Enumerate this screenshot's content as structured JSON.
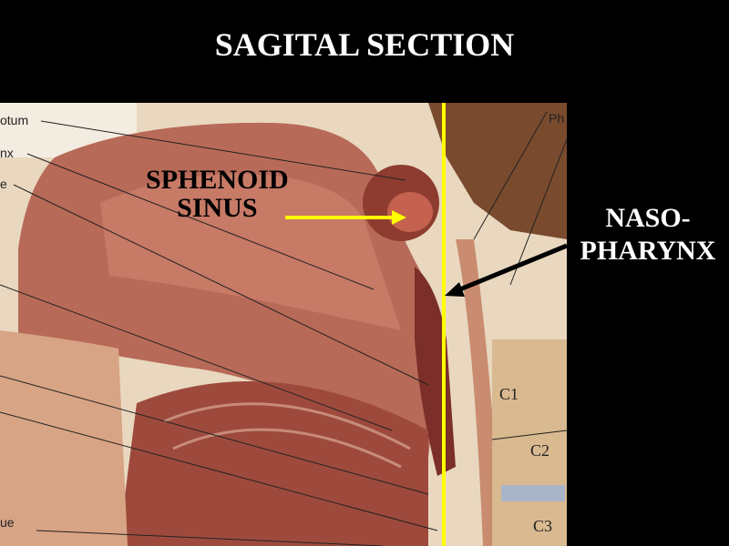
{
  "slide": {
    "title": "SAGITAL SECTION",
    "labels": {
      "sphenoid_line1": "SPHENOID",
      "sphenoid_line2": "SINUS",
      "naso_line1": "NASO-",
      "naso_line2": "PHARYNX"
    },
    "figure_labels": {
      "left": [
        "otum",
        "nx",
        "e",
        "ue"
      ],
      "right_top": "Ph",
      "vertebrae": [
        "C1",
        "C2",
        "C3"
      ]
    },
    "colors": {
      "background": "#000000",
      "title": "#ffffff",
      "guide_line": "#ffff00",
      "tissue": "#a85a48",
      "bone": "#e8d3b0"
    }
  }
}
